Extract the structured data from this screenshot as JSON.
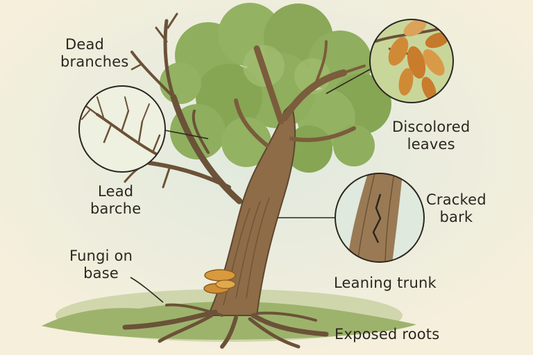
{
  "labels": {
    "dead_branches": [
      "Dead",
      "branches"
    ],
    "lead_barche": [
      "Lead",
      "barche"
    ],
    "fungi_on_base": [
      "Fungi on",
      "base"
    ],
    "discolored_leaves": [
      "Discolored",
      "leaves"
    ],
    "cracked_bark": [
      "Cracked",
      "bark"
    ],
    "leaning_trunk": "Leaning trunk",
    "exposed_roots": "Exposed roots"
  },
  "colors": {
    "background": "#f6efdc",
    "sky": "#dfe9de",
    "foliage": "#8fae5e",
    "foliage_dark": "#6f8f45",
    "bark": "#8d6c47",
    "bark_dark": "#5e4630",
    "grass": "#9db36c",
    "fungi": "#d89a3c",
    "leaf_discolored": "#d08a36",
    "line": "#2b2620"
  }
}
